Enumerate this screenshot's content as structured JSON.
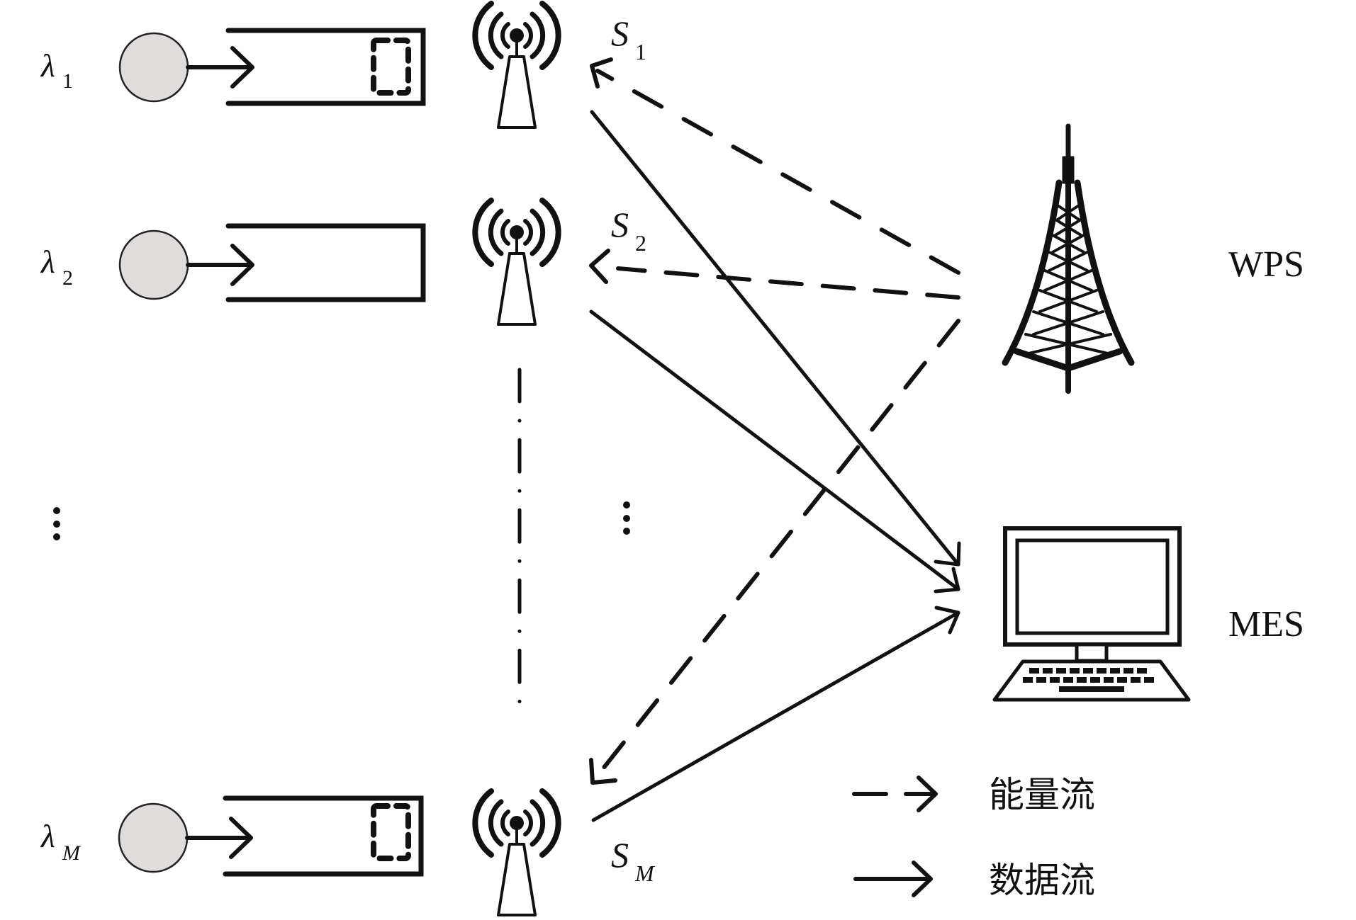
{
  "diagram": {
    "title": "",
    "sources": [
      {
        "arrival_rate_label": "λ",
        "arrival_rate_sub": "1",
        "has_packet": true
      },
      {
        "arrival_rate_label": "λ",
        "arrival_rate_sub": "2",
        "has_packet": false
      },
      {
        "arrival_rate_label": "λ",
        "arrival_rate_sub": "M",
        "has_packet": true
      }
    ],
    "sensors": [
      {
        "label": "S",
        "sub": "1"
      },
      {
        "label": "S",
        "sub": "2"
      },
      {
        "label": "S",
        "sub": "M"
      }
    ],
    "ellipsis": "⋮",
    "wps_label": "WPS",
    "mes_label": "MES",
    "edges": [
      {
        "from": "WPS",
        "to": "S1",
        "type": "energy"
      },
      {
        "from": "WPS",
        "to": "S2",
        "type": "energy"
      },
      {
        "from": "WPS",
        "to": "SM",
        "type": "energy"
      },
      {
        "from": "S1",
        "to": "MES",
        "type": "data"
      },
      {
        "from": "S2",
        "to": "MES",
        "type": "data"
      },
      {
        "from": "SM",
        "to": "MES",
        "type": "data"
      }
    ],
    "legend": [
      {
        "style": "dashed",
        "label": "能量流"
      },
      {
        "style": "solid",
        "label": "数据流"
      }
    ]
  }
}
